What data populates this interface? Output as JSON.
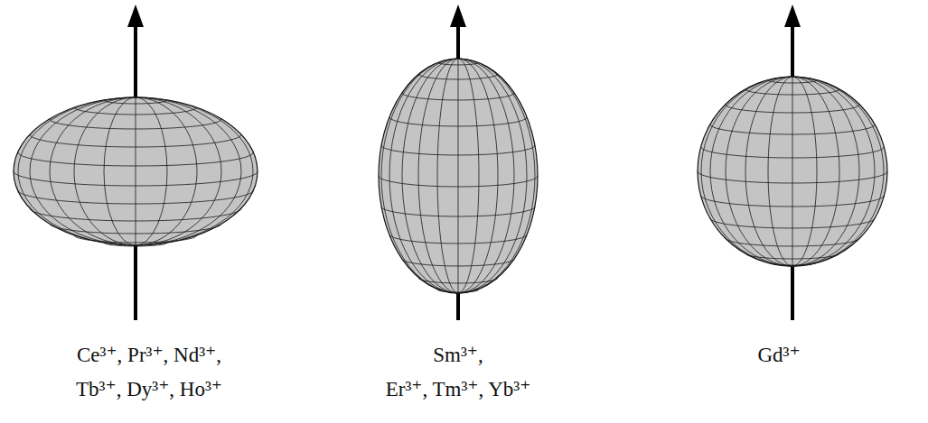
{
  "diagram": {
    "labels": [
      "Ce³⁺, Pr³⁺, Nd³⁺,",
      "Tb³⁺, Dy³⁺, Ho³⁺",
      "Sm³⁺,",
      "Er³⁺, Tm³⁺, Yb³⁺",
      "Gd³⁺"
    ]
  }
}
